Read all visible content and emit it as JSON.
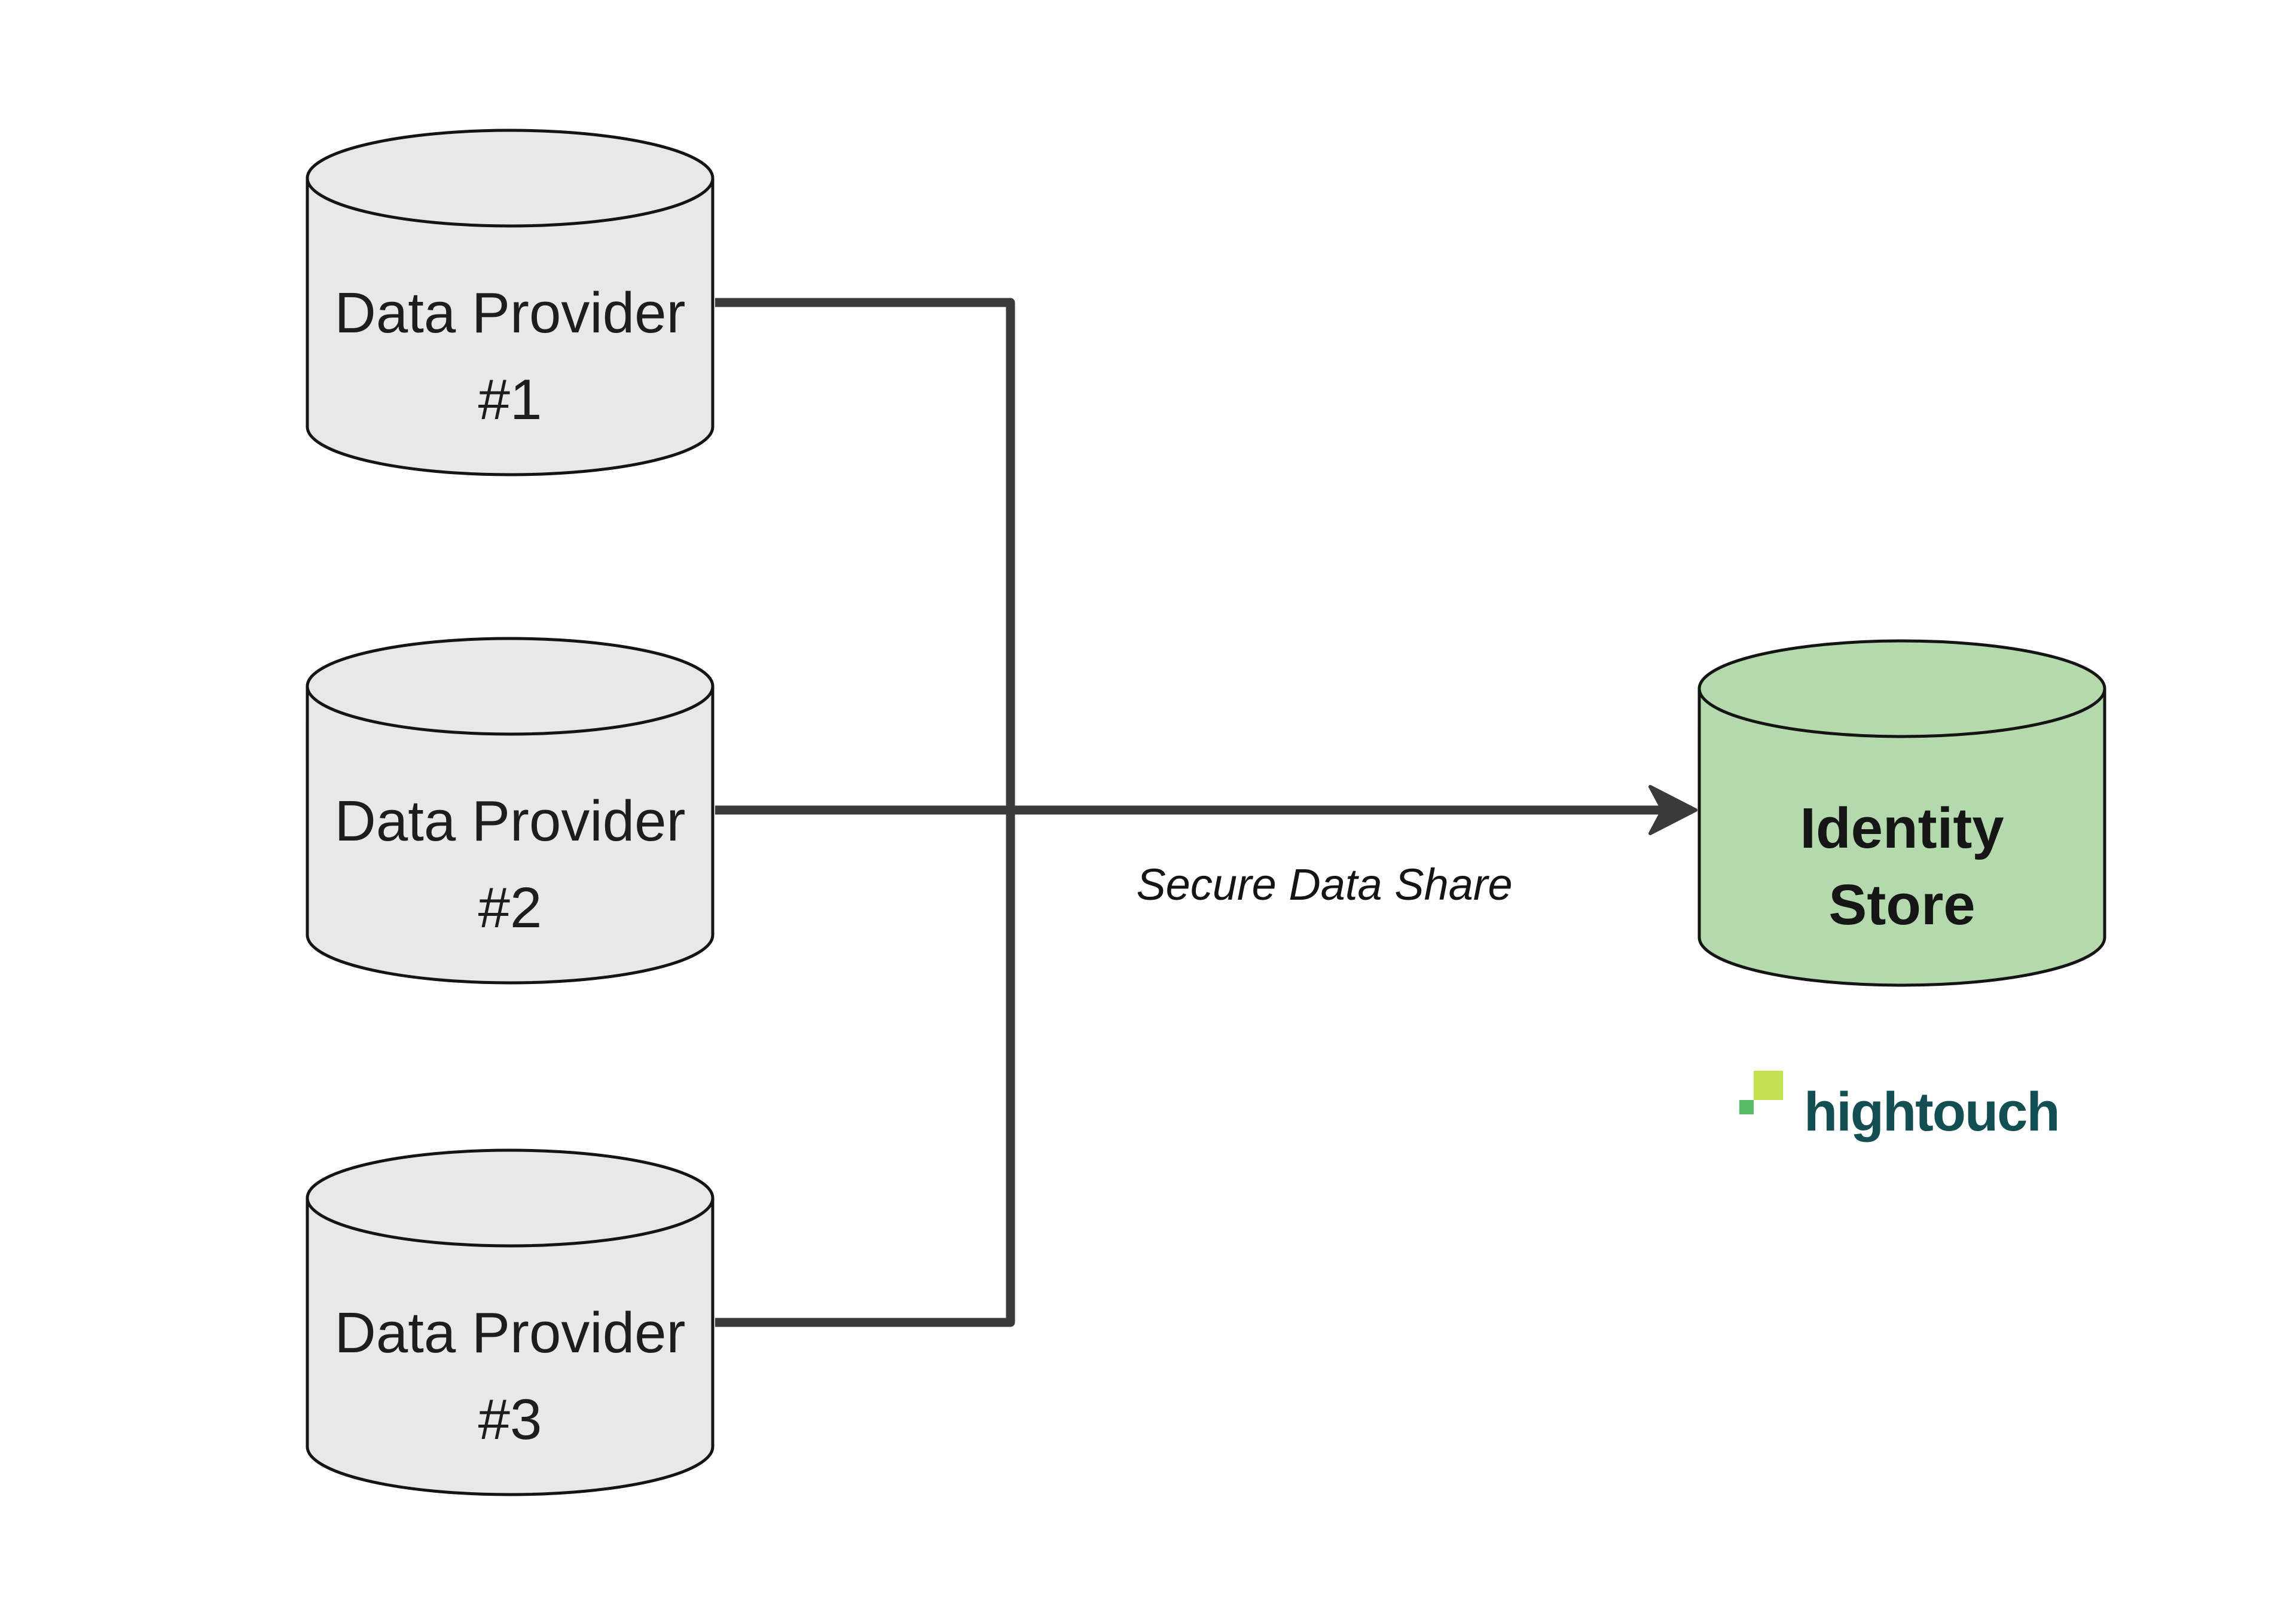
{
  "nodes": {
    "provider1": {
      "line1": "Data Provider",
      "line2": "#1"
    },
    "provider2": {
      "line1": "Data Provider",
      "line2": "#2"
    },
    "provider3": {
      "line1": "Data Provider",
      "line2": "#3"
    },
    "identity_store": {
      "line1": "Identity",
      "line2": "Store"
    }
  },
  "edge": {
    "label": "Secure Data Share"
  },
  "branding": {
    "logo_text": "hightouch"
  },
  "colors": {
    "provider_fill": "#e8e8e8",
    "identity_fill": "#b3d9ad",
    "shape_stroke": "#141414",
    "connector": "#3a3a3a",
    "label_text": "#1d1d1d",
    "logo_lime": "#c4e152",
    "logo_green": "#57bd68",
    "logo_teal": "#134e52"
  }
}
